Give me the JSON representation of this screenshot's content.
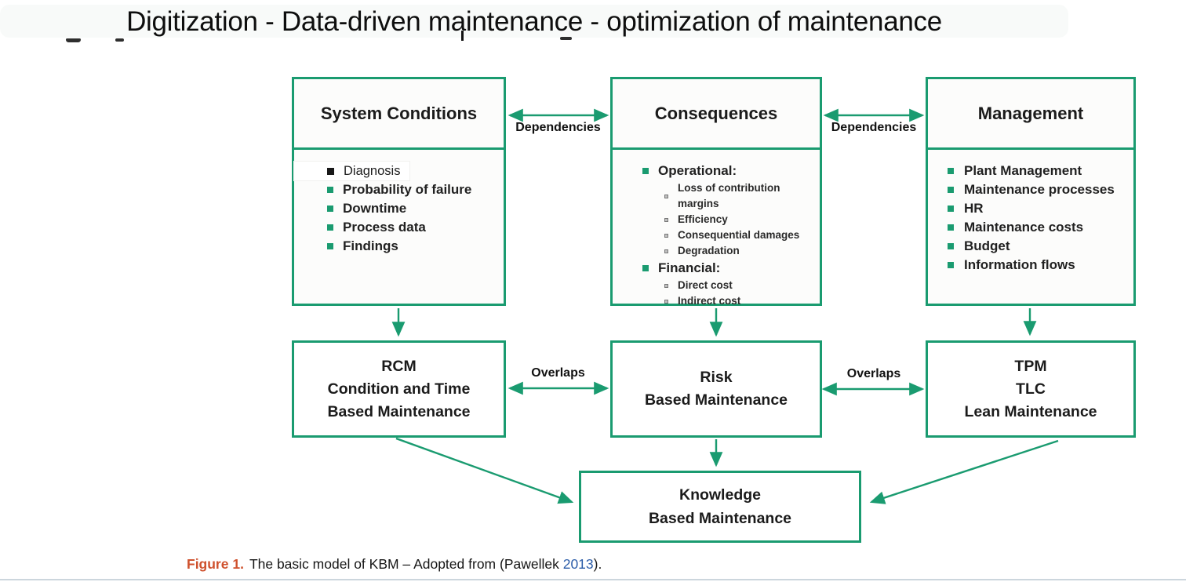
{
  "header": {
    "title": "Digitization - Data-driven maintenance - optimization of maintenance"
  },
  "colors": {
    "accent_green": "#1a9b70",
    "text_dark": "#1f1f1f",
    "figure_label_orange": "#cf512d",
    "citation_blue": "#2b5ca8",
    "titlebar_bg": "#f8faf9",
    "rule_gray": "#ccd6dd"
  },
  "boxes": {
    "system": {
      "title": "System Conditions",
      "items": [
        "Diagnosis",
        "Probability of failure",
        "Downtime",
        "Process data",
        "Findings"
      ]
    },
    "consequences": {
      "title": "Consequences",
      "groups": [
        {
          "label": "Operational:",
          "sub": [
            "Loss of contribution margins",
            "Efficiency",
            "Consequential damages",
            "Degradation"
          ]
        },
        {
          "label": "Financial:",
          "sub": [
            "Direct cost",
            "Indirect cost"
          ]
        }
      ]
    },
    "management": {
      "title": "Management",
      "items": [
        "Plant Management",
        "Maintenance processes",
        "HR",
        "Maintenance costs",
        "Budget",
        "Information flows"
      ]
    },
    "rcm": {
      "lines": [
        "RCM",
        "Condition and Time",
        "Based Maintenance"
      ]
    },
    "risk": {
      "lines": [
        "Risk",
        "Based Maintenance"
      ]
    },
    "tpm": {
      "lines": [
        "TPM",
        "TLC",
        "Lean Maintenance"
      ]
    },
    "knowledge": {
      "lines": [
        "Knowledge",
        "Based Maintenance"
      ]
    }
  },
  "connectors": {
    "dependencies": "Dependencies",
    "overlaps": "Overlaps"
  },
  "caption": {
    "label": "Figure 1.",
    "body": "The basic model of KBM – Adopted from (Pawellek ",
    "year": "2013",
    "suffix": ")."
  }
}
